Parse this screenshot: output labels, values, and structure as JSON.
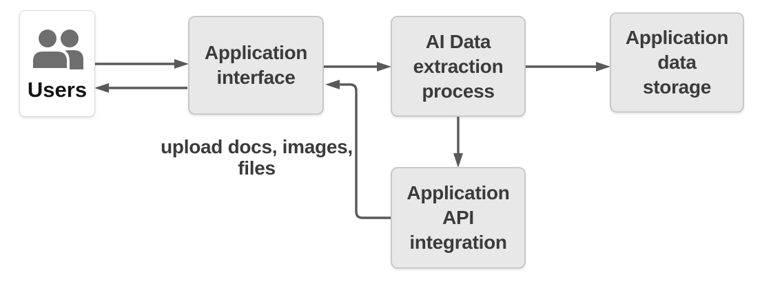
{
  "diagram": {
    "type": "flowchart",
    "annotation": "upload docs, images,\nfiles",
    "nodes": [
      {
        "id": "users",
        "label": "Users",
        "shape": "white-card-with-people-icon"
      },
      {
        "id": "application-interface",
        "label": "Application\ninterface",
        "shape": "gray-rounded-box"
      },
      {
        "id": "ai-data-extraction-process",
        "label": "AI Data\nextraction\nprocess",
        "shape": "gray-rounded-box"
      },
      {
        "id": "application-data-storage",
        "label": "Application\ndata\nstorage",
        "shape": "gray-rounded-box"
      },
      {
        "id": "application-api-integration",
        "label": "Application\nAPI\nintegration",
        "shape": "gray-rounded-box"
      }
    ],
    "edges": [
      {
        "from": "users",
        "to": "application-interface",
        "style": "straight-right"
      },
      {
        "from": "application-interface",
        "to": "users",
        "style": "straight-left"
      },
      {
        "from": "application-interface",
        "to": "ai-data-extraction-process",
        "style": "straight-right"
      },
      {
        "from": "ai-data-extraction-process",
        "to": "application-data-storage",
        "style": "straight-right"
      },
      {
        "from": "ai-data-extraction-process",
        "to": "application-api-integration",
        "style": "straight-down"
      },
      {
        "from": "application-api-integration",
        "to": "application-interface",
        "style": "elbow-left-up-left"
      }
    ],
    "colors": {
      "background": "#ffffff",
      "box_fill": "#e8e8e8",
      "box_border": "#c9c9c9",
      "box_text": "#3b3b3b",
      "arrow": "#595959",
      "users_fill": "#ffffff",
      "users_border": "#d8d8d8",
      "users_text": "#141414",
      "icon": "#6e6e6e",
      "annotation_text": "#3b3b3b"
    }
  }
}
